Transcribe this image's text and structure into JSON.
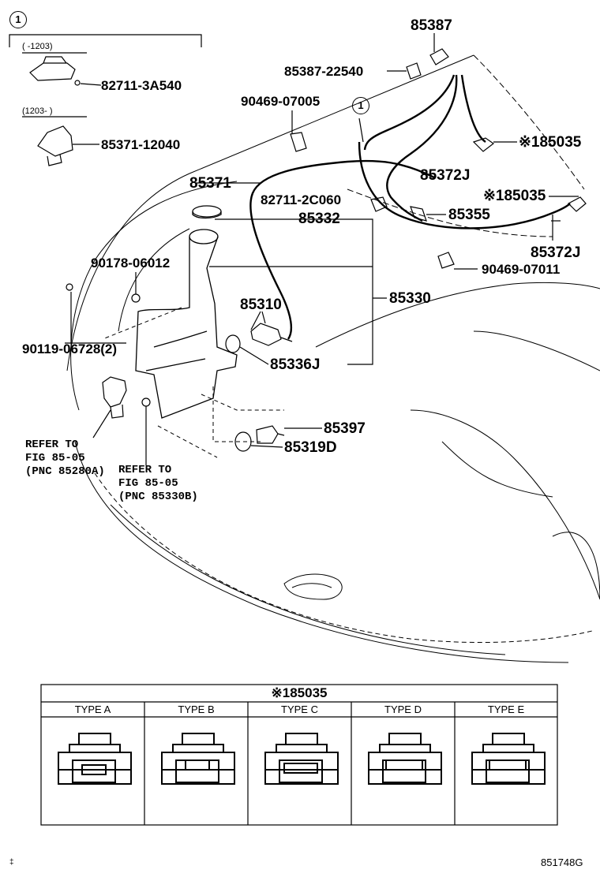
{
  "figure_code": "851748G",
  "footer_mark": "‡",
  "inset": {
    "marker": "1",
    "range_a": "(    -1203)",
    "part_a": "82711-3A540",
    "range_b": "(1203-     )",
    "part_b": "85371-12040"
  },
  "callout_marker": "1",
  "parts": {
    "p85387": "85387",
    "p85387_22540": "85387-22540",
    "p90469_07005": "90469-07005",
    "p85035_a": "※185035",
    "p85371": "85371",
    "p85372j_a": "85372J",
    "p82711_2c060": "82711-2C060",
    "p85035_b": "※185035",
    "p85332": "85332",
    "p85355": "85355",
    "p85372j_b": "85372J",
    "p90178_06012": "90178-06012",
    "p90469_07011": "90469-07011",
    "p85310": "85310",
    "p85330": "85330",
    "p90119_06728": "90119-06728(2)",
    "p85336j": "85336J",
    "p85397": "85397",
    "p85319d": "85319D"
  },
  "refer_a": "REFER TO\nFIG 85-05\n(PNC 85280A)",
  "refer_b": "REFER TO\nFIG 85-05\n(PNC 85330B)",
  "table": {
    "title": "※185035",
    "types": [
      "TYPE A",
      "TYPE B",
      "TYPE C",
      "TYPE D",
      "TYPE E"
    ]
  }
}
